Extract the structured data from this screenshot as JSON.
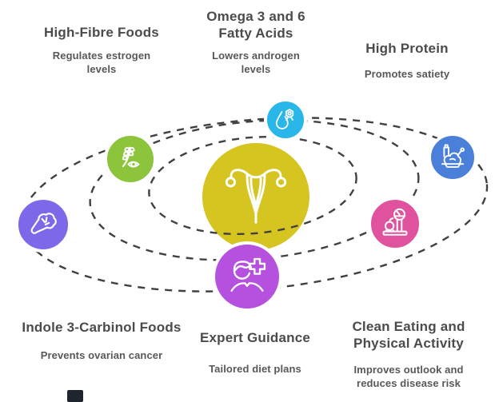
{
  "diagram": {
    "hub": {
      "icon": "uterus-icon",
      "color": "#D6C420"
    },
    "orbit_color": "#414042",
    "ring_color": "#ffffff",
    "title_color": "#4b4b4d",
    "subtitle_color": "#58585a",
    "nodes": [
      {
        "id": "high-fibre",
        "title": "High-Fibre Foods",
        "description": "Regulates estrogen levels",
        "icon": "wheat-eye-icon",
        "color": "#8CC43C"
      },
      {
        "id": "omega",
        "title": "Omega 3 and 6 Fatty Acids",
        "description": "Lowers androgen levels",
        "icon": "oil-drop-molecule-icon",
        "color": "#29B6E8"
      },
      {
        "id": "high-protein",
        "title": "High Protein",
        "description": "Promotes satiety",
        "icon": "roast-chicken-icon",
        "color": "#4A80D9"
      },
      {
        "id": "indole",
        "title": "Indole 3-Carbinol Foods",
        "description": "Prevents ovarian cancer",
        "icon": "broccoli-icon",
        "color": "#7C68E8"
      },
      {
        "id": "expert",
        "title": "Expert Guidance",
        "description": "Tailored diet plans",
        "icon": "doctor-cross-icon",
        "color": "#B551DE"
      },
      {
        "id": "clean-eating",
        "title": "Clean Eating and Physical Activity",
        "description": "Improves outlook and reduces disease risk",
        "icon": "scale-apple-icon",
        "color": "#E0529E"
      }
    ]
  }
}
